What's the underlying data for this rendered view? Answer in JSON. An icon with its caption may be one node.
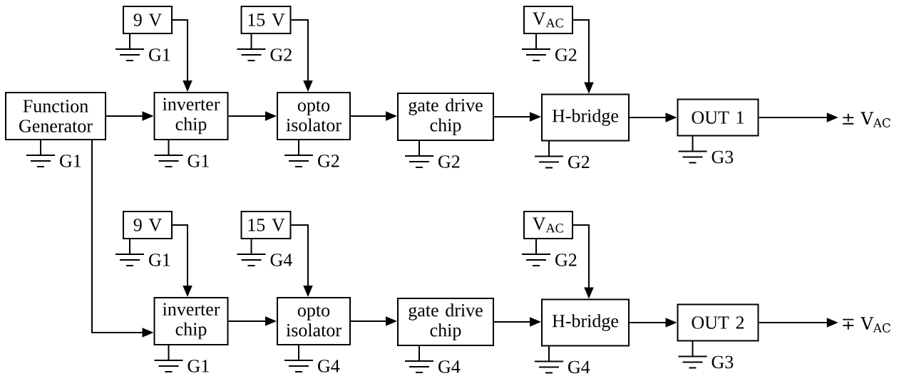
{
  "diagram": {
    "nodes": [
      {
        "text": [
          "Function Generator"
        ],
        "beside": [
          "G1"
        ]
      },
      {
        "text": [
          "9 V"
        ],
        "beside": [
          "G1"
        ]
      },
      {
        "text": [
          "inverter chip"
        ],
        "beside": [
          "G1"
        ]
      },
      {
        "text": [
          "15 V"
        ],
        "beside": [
          "G2"
        ]
      },
      {
        "text": [
          "opto isolator"
        ],
        "beside": [
          "G2"
        ]
      },
      {
        "text": [
          "gate drive chip"
        ],
        "beside": [
          "G2"
        ]
      },
      {
        "text": [
          "V$_{AC}$"
        ],
        "beside": [
          "G2"
        ]
      },
      {
        "text": [
          "H-bridge"
        ],
        "beside": [
          "G2"
        ]
      },
      {
        "text": [
          "OUT 1"
        ],
        "beside": [
          "G3"
        ]
      },
      {
        "text": [
          "± V$_{AC}$"
        ]
      },
      {
        "text": [
          "9 V"
        ],
        "beside": [
          "G1"
        ]
      },
      {
        "text": [
          "inverter chip"
        ],
        "beside": [
          "G1"
        ]
      },
      {
        "text": [
          "15 V"
        ],
        "beside": [
          "G4"
        ]
      },
      {
        "text": [
          "opto isolator"
        ],
        "beside": [
          "G4"
        ]
      },
      {
        "text": [
          "gate drive chip"
        ],
        "beside": [
          "G4"
        ]
      },
      {
        "text": [
          "V$_{AC}$"
        ],
        "beside": [
          "G2"
        ]
      },
      {
        "text": [
          "H-bridge"
        ],
        "beside": [
          "G4"
        ]
      },
      {
        "text": [
          "OUT 2"
        ],
        "beside": [
          "G3"
        ]
      },
      {
        "text": [
          "∓ V$_{AC}$"
        ]
      }
    ],
    "edges": [
      {
        "from": 0,
        "to": 2,
        "arrow": "to"
      },
      {
        "from": 1,
        "to": 2,
        "arrow": "to"
      },
      {
        "from": 2,
        "to": 4,
        "arrow": "to"
      },
      {
        "from": 3,
        "to": 4,
        "arrow": "to"
      },
      {
        "from": 4,
        "to": 5,
        "arrow": "to"
      },
      {
        "from": 5,
        "to": 7,
        "arrow": "to"
      },
      {
        "from": 6,
        "to": 7,
        "arrow": "to"
      },
      {
        "from": 7,
        "to": 8,
        "arrow": "to"
      },
      {
        "from": 8,
        "to": 9,
        "arrow": "to"
      },
      {
        "from": 0,
        "to": 11,
        "arrow": "to"
      },
      {
        "from": 10,
        "to": 11,
        "arrow": "to"
      },
      {
        "from": 11,
        "to": 13,
        "arrow": "to"
      },
      {
        "from": 12,
        "to": 13,
        "arrow": "to"
      },
      {
        "from": 13,
        "to": 14,
        "arrow": "to"
      },
      {
        "from": 14,
        "to": 16,
        "arrow": "to"
      },
      {
        "from": 15,
        "to": 16,
        "arrow": "to"
      },
      {
        "from": 16,
        "to": 17,
        "arrow": "to"
      },
      {
        "from": 17,
        "to": 18,
        "arrow": "to"
      }
    ]
  }
}
